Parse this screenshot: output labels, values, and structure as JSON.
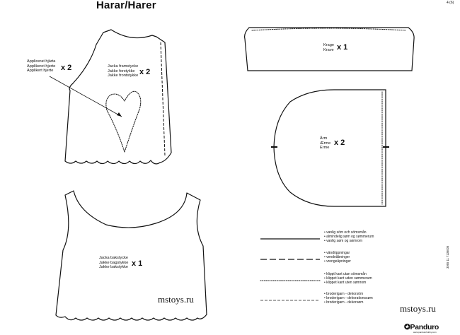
{
  "title": "Harar/Harer",
  "page_number": "4 (6)",
  "pieces": {
    "front": {
      "labels": [
        "Jacka framstycke",
        "Jakke forstykke",
        "Jakke frontstykke"
      ],
      "multiplier": "x 2"
    },
    "applique": {
      "labels": [
        "Applicerat hjärta",
        "Applikeret hjerte",
        "Applikert hjerte"
      ],
      "multiplier": "x 2"
    },
    "back": {
      "labels": [
        "Jacka bakstycke",
        "Jakke bagstykke",
        "Jakke bakstykke"
      ],
      "multiplier": "x 1"
    },
    "collar": {
      "labels": [
        "Krage",
        "Krave"
      ],
      "multiplier": "x 1"
    },
    "sleeve": {
      "labels": [
        "Ärm",
        "Ærme",
        "Erme"
      ],
      "multiplier": "x 2"
    }
  },
  "legend": [
    {
      "line": "solid",
      "texts": [
        "vanlig söm och sömsmån",
        "almindelig søm og sømmerum",
        "vanlig søm og sømrom"
      ]
    },
    {
      "line": "long-dash",
      "texts": [
        "vändöppningar",
        "vendeåbninger",
        "vrengeåpninger"
      ]
    },
    {
      "line": "dotted",
      "texts": [
        "klippt kant utan sömsmån",
        "klippet kant uden sømmerum",
        "klippet kant uten sømrom"
      ]
    },
    {
      "line": "short-dash",
      "texts": [
        "broderigarn - dekorsöm",
        "broderigarn - dekorationssøm",
        "broderigarn - dekorsøm"
      ]
    }
  ],
  "watermarks": [
    "mstoys.ru",
    "mstoys.ru"
  ],
  "brand": {
    "name": "Panduro",
    "url": "www.pandurohobby.com"
  },
  "product_code": "3065 11 7136006"
}
